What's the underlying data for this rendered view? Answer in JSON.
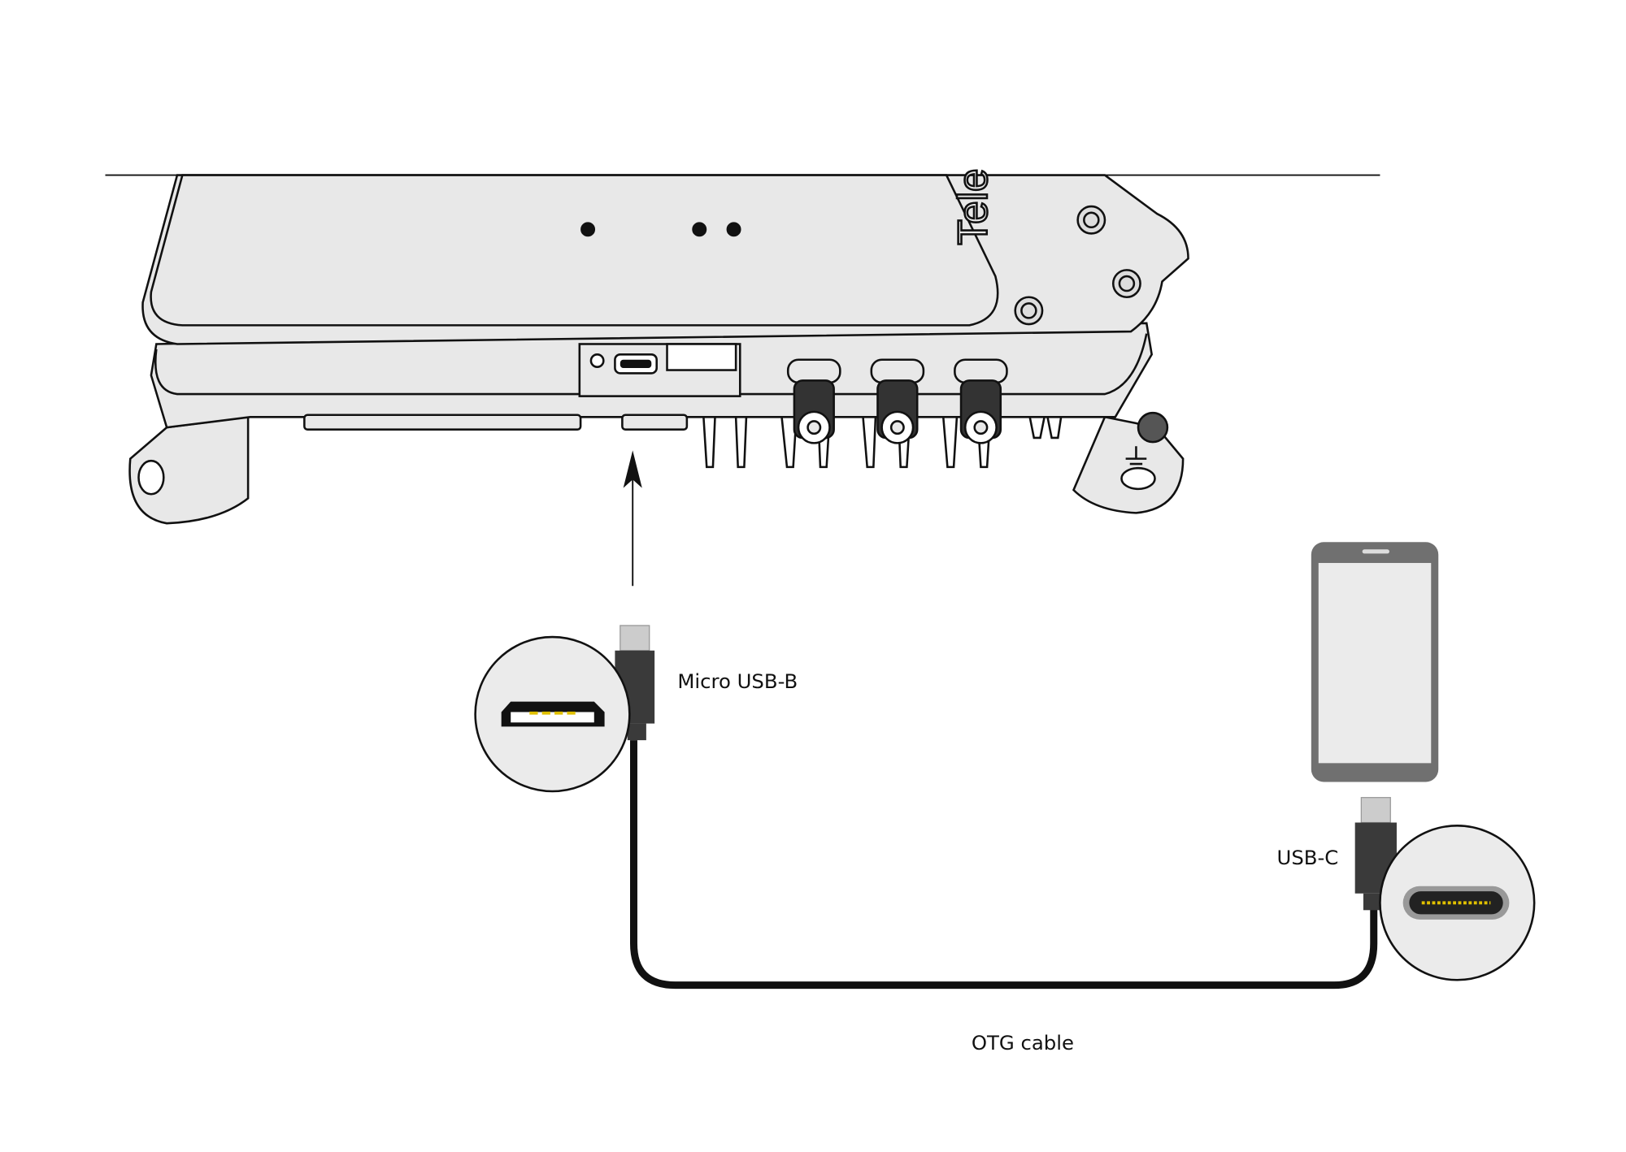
{
  "device": {
    "logo_text": "Tele"
  },
  "labels": {
    "micro_usb": "Micro USB-B",
    "usb_c": "USB-C",
    "cable": "OTG cable"
  },
  "colors": {
    "body": "#e8e8e8",
    "outline": "#111111",
    "connector": "#3a3a3a",
    "pins": "#e0c000",
    "phone_frame": "#707070"
  }
}
